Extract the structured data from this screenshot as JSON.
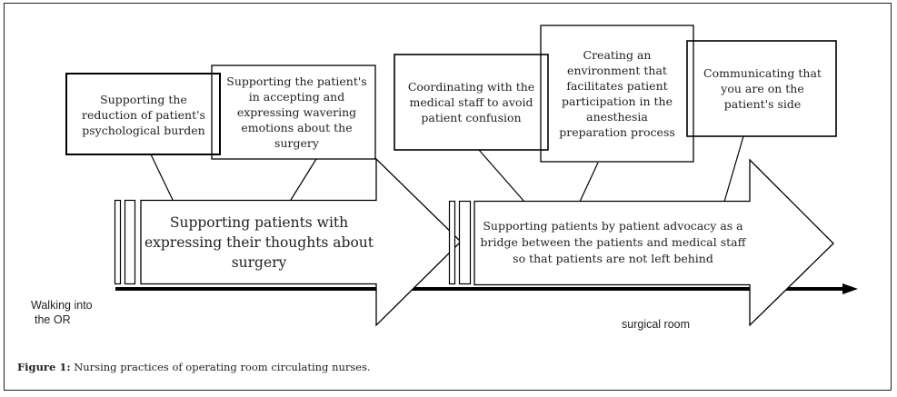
{
  "figure": {
    "caption_label": "Figure 1:",
    "caption_text": " Nursing practices of operating room circulating nurses."
  },
  "boxes": [
    {
      "text": "Supporting the reduction of patient's psychological burden"
    },
    {
      "text": "Supporting the patient's in accepting and expressing wavering emotions about the surgery"
    },
    {
      "text": "Coordinating with the medical staff to avoid patient confusion"
    },
    {
      "text": "Creating an environment that facilitates patient participation in the anesthesia preparation process"
    },
    {
      "text": "Communicating that you are on the patient's side"
    }
  ],
  "arrows": [
    {
      "text": "Supporting patients with expressing their thoughts about surgery",
      "linked_boxes": [
        0,
        1
      ]
    },
    {
      "text": "Supporting patients by patient advocacy as a bridge between the patients and medical staff so that patients are not left behind",
      "linked_boxes": [
        2,
        3,
        4
      ]
    }
  ],
  "timeline": {
    "start_label_line1": "Walking into",
    "start_label_line2": "the OR",
    "end_label": "surgical room"
  }
}
